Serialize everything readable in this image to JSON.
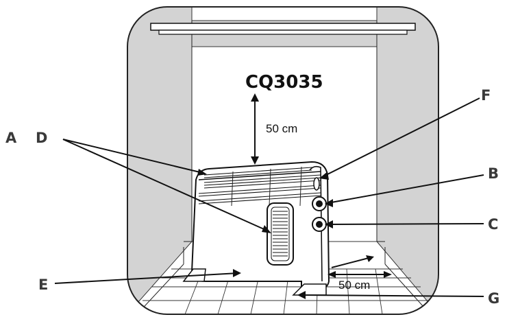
{
  "model": "CQ3035",
  "clearance_top": "50 cm",
  "clearance_side": "50 cm",
  "callouts": {
    "A": "A",
    "B": "B",
    "C": "C",
    "D": "D",
    "E": "E",
    "F": "F",
    "G": "G"
  }
}
